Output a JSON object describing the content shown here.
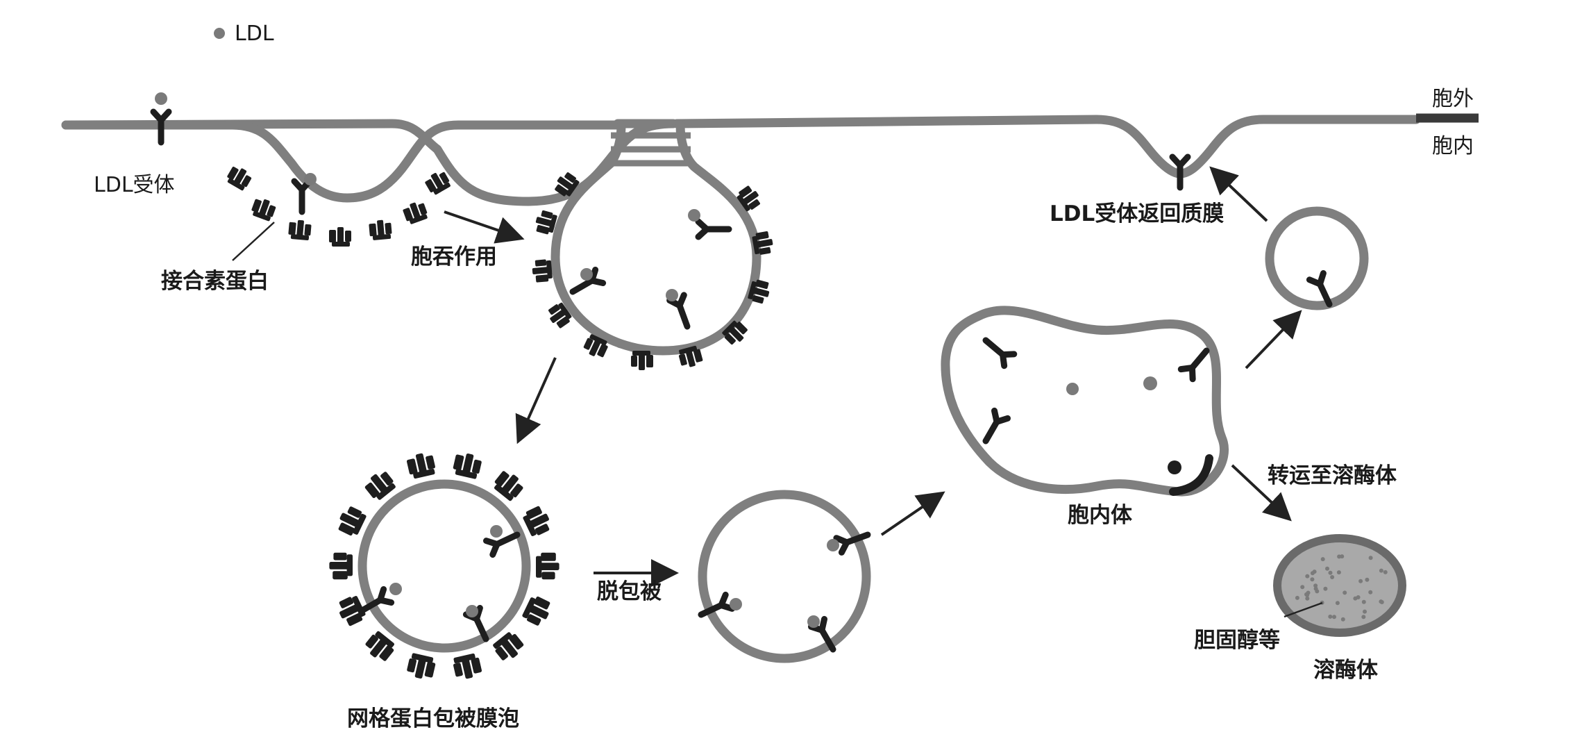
{
  "legend": {
    "ldl": "LDL"
  },
  "labels": {
    "outside": "胞外",
    "inside": "胞内",
    "ldl_receptor": "LDL受体",
    "adaptin": "接合素蛋白",
    "endocytosis": "胞吞作用",
    "receptor_return": "LDL受体返回质膜",
    "clathrin_vesicle": "网格蛋白包被膜泡",
    "uncoating": "脱包被",
    "endosome": "胞内体",
    "to_lysosome": "转运至溶酶体",
    "cholesterol": "胆固醇等",
    "lysosome": "溶酶体"
  },
  "colors": {
    "membrane": "#7f7f7f",
    "protein": "#1e1e1e",
    "ldl": "#7a7a7a",
    "lysosome_fill": "#a9a9a9",
    "lysosome_rim": "#6a6a6a"
  }
}
